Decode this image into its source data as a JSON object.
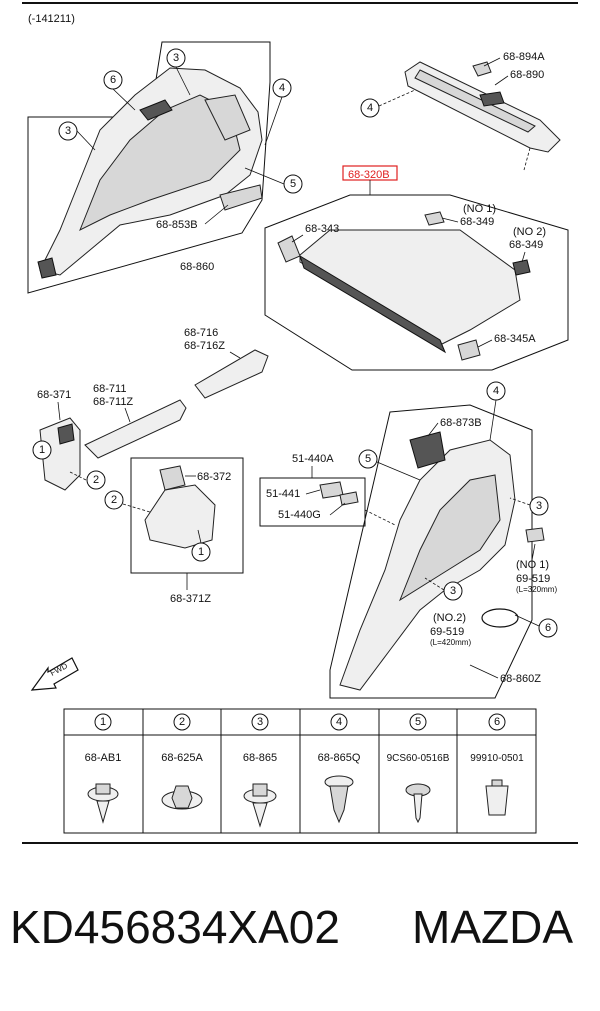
{
  "header": {
    "revision": "(-141211)"
  },
  "callouts": {
    "c1": "1",
    "c2": "2",
    "c3": "3",
    "c4": "4",
    "c5": "5",
    "c6": "6"
  },
  "labels": {
    "p68_894A": "68-894A",
    "p68_890": "68-890",
    "p68_320B": "68-320B",
    "no1_a": "(NO 1)",
    "p68_349_a": "68-349",
    "no2_a": "(NO 2)",
    "p68_349_b": "68-349",
    "p68_343": "68-343",
    "p68_345A": "68-345A",
    "p68_853B": "68-853B",
    "p68_860": "68-860",
    "p68_716": "68-716",
    "p68_716Z": "68-716Z",
    "p68_371": "68-371",
    "p68_711": "68-711",
    "p68_711Z": "68-711Z",
    "p68_372": "68-372",
    "p68_371Z": "68-371Z",
    "p51_440A": "51-440A",
    "p51_441": "51-441",
    "p51_440G": "51-440G",
    "p68_873B": "68-873B",
    "no1_b": "(NO 1)",
    "p69_519_a": "69-519",
    "len_a": "(L=320mm)",
    "no2_b": "(NO.2)",
    "p69_519_b": "69-519",
    "len_b": "(L=420mm)",
    "p68_860Z": "68-860Z",
    "fwd": "FWD"
  },
  "legend": {
    "columns": [
      {
        "num": "1",
        "part": "68-AB1"
      },
      {
        "num": "2",
        "part": "68-625A"
      },
      {
        "num": "3",
        "part": "68-865"
      },
      {
        "num": "4",
        "part": "68-865Q"
      },
      {
        "num": "5",
        "part": "9CS60-0516B"
      },
      {
        "num": "6",
        "part": "99910-0501"
      }
    ]
  },
  "footer": {
    "part_number": "KD456834XA02",
    "brand": "MAZDA"
  },
  "colors": {
    "highlight": "#e02020",
    "ink": "#111111"
  }
}
